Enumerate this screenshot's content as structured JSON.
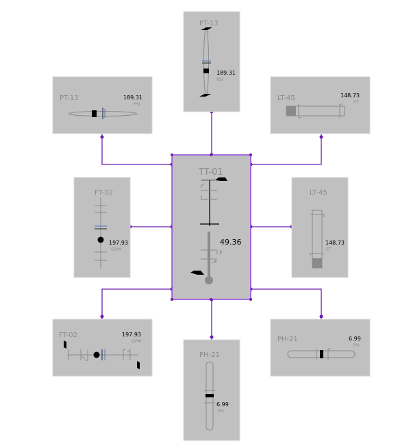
{
  "colors": {
    "connector": "#6a1bb0",
    "panel": "#c0c0c0",
    "selected_border": "#8a2be2"
  },
  "instruments": {
    "pt13_vertical": {
      "tag": "PT-13",
      "value": "189.31",
      "unit": "PSI"
    },
    "pt13_horizontal": {
      "tag": "PT-13",
      "value": "189.31",
      "unit": "PSI"
    },
    "lt45_horizontal": {
      "tag": "LT-45",
      "value": "148.73",
      "unit": "FT"
    },
    "ft02_vertical": {
      "tag": "FT-02",
      "value": "197.93",
      "unit": "GPM"
    },
    "tt01": {
      "tag": "TT-01",
      "value": "49.36",
      "unit": "F"
    },
    "lt45_vertical": {
      "tag": "LT-45",
      "value": "148.73",
      "unit": "FT"
    },
    "ft02_horizontal": {
      "tag": "FT-02",
      "value": "197.93",
      "unit": "GPM"
    },
    "ph21_horizontal": {
      "tag": "PH-21",
      "value": "6.99",
      "unit": "PH"
    },
    "ph21_vertical": {
      "tag": "PH-21",
      "value": "6.99",
      "unit": "PH"
    }
  }
}
